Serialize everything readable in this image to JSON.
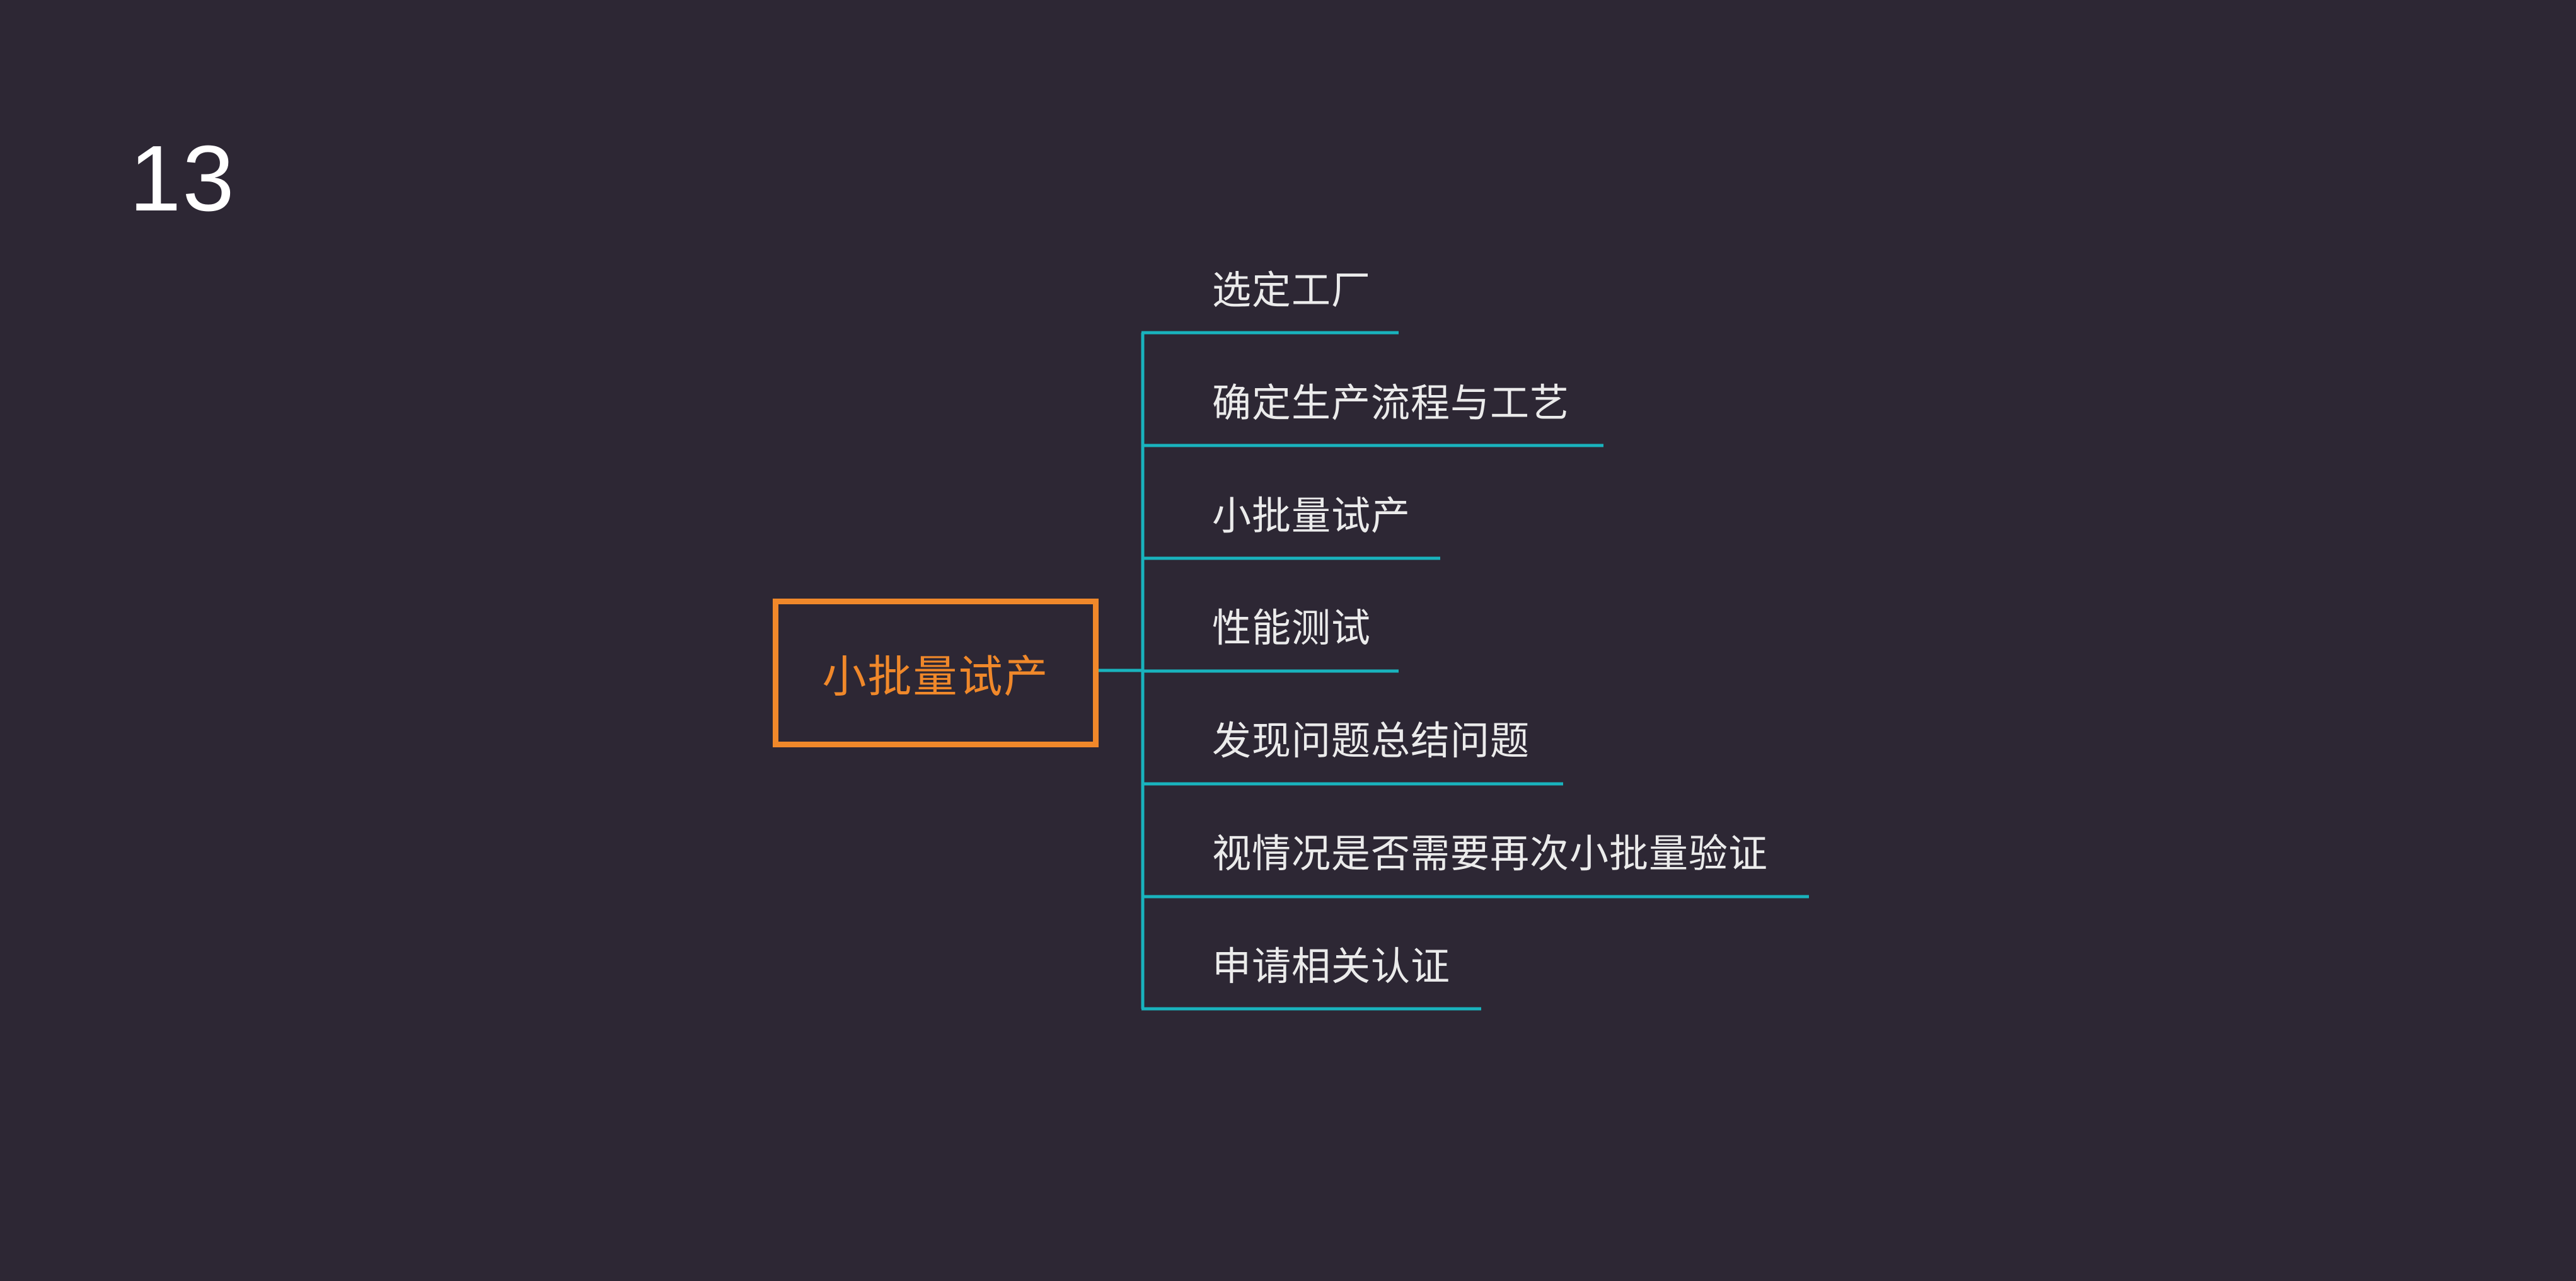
{
  "page_number": "13",
  "root": {
    "label": "小批量试产"
  },
  "branches": [
    {
      "label": "选定工厂"
    },
    {
      "label": "确定生产流程与工艺"
    },
    {
      "label": "小批量试产"
    },
    {
      "label": "性能测试"
    },
    {
      "label": "发现问题总结问题"
    },
    {
      "label": "视情况是否需要再次小批量验证"
    },
    {
      "label": "申请相关认证"
    }
  ],
  "colors": {
    "background": "#2d2734",
    "root_accent": "#f0882a",
    "connector": "#19b3bd",
    "branch_text": "#ebebeb",
    "page_number": "#ffffff"
  }
}
